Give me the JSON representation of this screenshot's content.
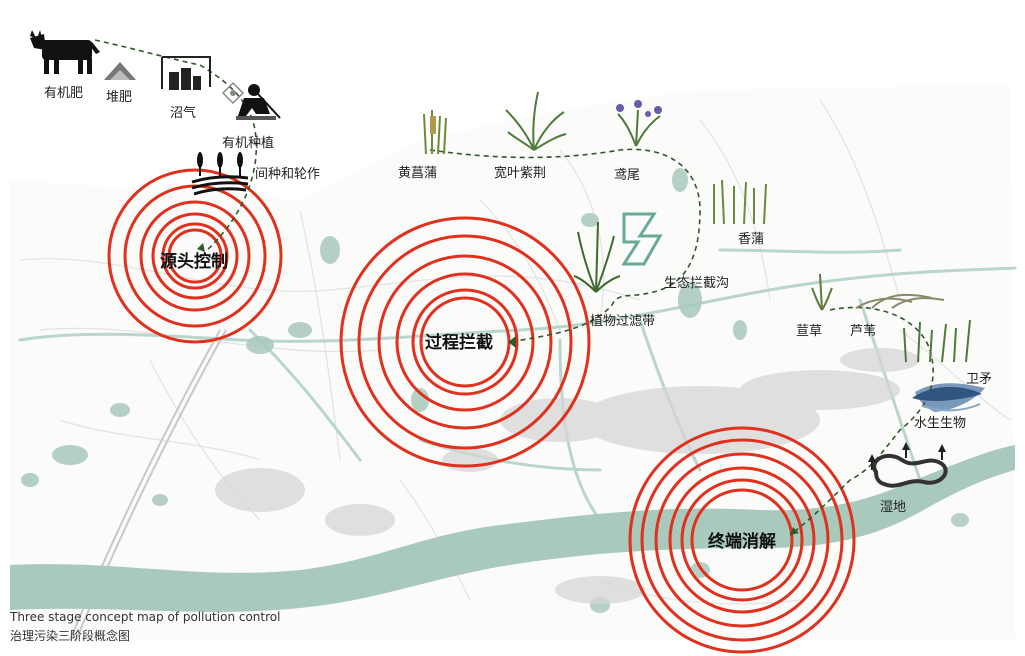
{
  "stages": [
    {
      "id": "source",
      "label": "源头控制"
    },
    {
      "id": "process",
      "label": "过程拦截"
    },
    {
      "id": "terminal",
      "label": "终端消解"
    }
  ],
  "source_items": {
    "organic_fertilizer": "有机肥",
    "compost": "堆肥",
    "biogas": "沼气",
    "organic_planting": "有机种植",
    "intercrop_rotation": "间种和轮作"
  },
  "process_items": {
    "cattail": "黄菖蒲",
    "kochia": "宽叶紫荆",
    "iris": "鸢尾",
    "typha": "香蒲",
    "eco_ditch": "生态拦截沟",
    "plant_filter": "植物过滤带"
  },
  "terminal_items": {
    "weed": "荁草",
    "reed": "芦苇",
    "weimao": "卫矛",
    "aquatic": "水生生物",
    "wetland": "湿地"
  },
  "caption": {
    "en": "Three stage concept map of pollution control",
    "zh": "治理污染三阶段概念图"
  },
  "colors": {
    "ring": "#e0301e",
    "water": "#a8c9bc",
    "road": "#b9d6cc",
    "path": "#2e5a2a"
  }
}
